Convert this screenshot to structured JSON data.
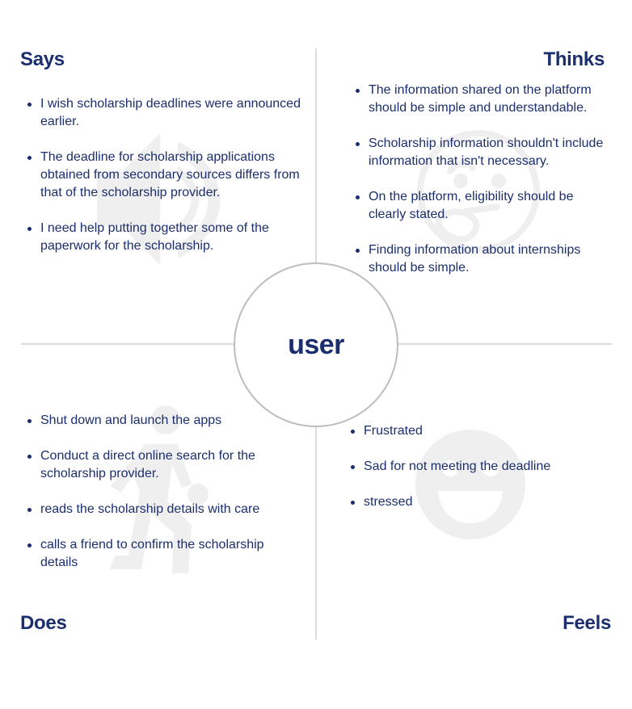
{
  "center": {
    "label": "user"
  },
  "quadrants": {
    "says": {
      "heading": "Says",
      "icon": "speaker-icon",
      "items": [
        "I wish scholarship deadlines were announced earlier.",
        "The deadline for scholarship applications obtained from secondary sources differs from that of the scholarship provider.",
        "I need help putting together some of the paperwork for the scholarship."
      ]
    },
    "thinks": {
      "heading": "Thinks",
      "icon": "thinking-face-icon",
      "items": [
        "The information shared on the platform should be simple and understandable.",
        "Scholarship information shouldn't include information that isn't necessary.",
        "On the platform, eligibility should be clearly stated.",
        "Finding information about internships should be simple."
      ]
    },
    "does": {
      "heading": "Does",
      "icon": "walking-person-icon",
      "items": [
        "Shut down and launch the apps",
        "Conduct a direct online search for the scholarship provider.",
        "reads the scholarship details with care",
        "calls a friend to confirm the scholarship details"
      ]
    },
    "feels": {
      "heading": "Feels",
      "icon": "smiling-face-icon",
      "items": [
        "Frustrated",
        "Sad for not meeting the deadline",
        "stressed"
      ]
    }
  },
  "colors": {
    "text": "#1b2e6e",
    "divider": "#dcdcdc",
    "circle_border": "#bdbdbd",
    "icon_fill": "#efefef"
  }
}
